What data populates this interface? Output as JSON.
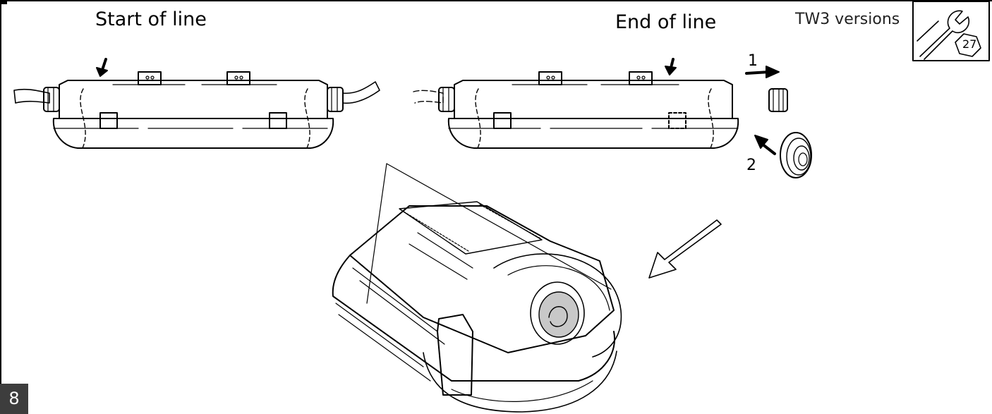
{
  "labels": {
    "start_of_line": "Start of line",
    "end_of_line": "End of line",
    "versions": "TW3 versions",
    "step_1": "1",
    "step_2": "2",
    "tool_number": "27"
  },
  "page": {
    "number": "8"
  },
  "icons": {
    "tool": "wrench-icon",
    "direction": "arrow-icon"
  },
  "colors": {
    "ink": "#000000",
    "badge": "#3d3d3d",
    "grommet": "#c8c8c8"
  }
}
